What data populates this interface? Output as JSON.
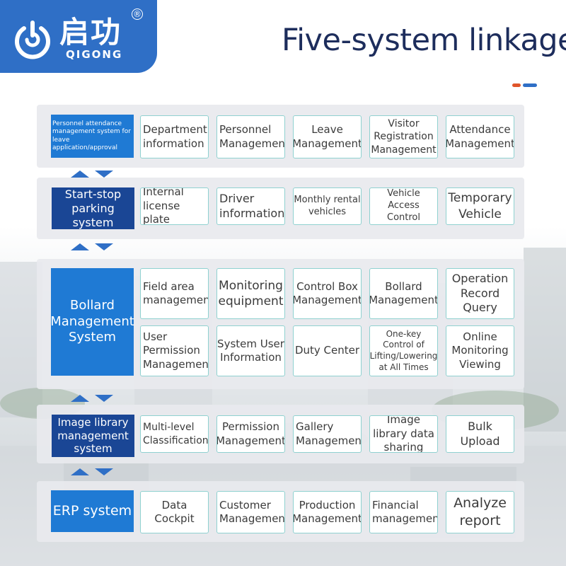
{
  "brand": {
    "name_cn": "启功",
    "name_en": "QIGONG",
    "registered_mark": "®",
    "color": "#2f6fc6"
  },
  "page_title": "Five-system linkage",
  "accent_colors": {
    "orange": "#e0552a",
    "blue": "#2f6fc6",
    "system_blue": "#1f7ad4",
    "system_dark": "#1a4695"
  },
  "rows": [
    {
      "system": "Personnel attendance management system for leave application/approval",
      "modules": [
        "Department information",
        "Personnel Management",
        "Leave Management",
        "Visitor Registration Management",
        "Attendance Management"
      ]
    },
    {
      "system": "Start-stop parking system",
      "modules": [
        "Internal license plate",
        "Driver information",
        "Monthly rental vehicles",
        "Vehicle Access Control",
        "Temporary Vehicle"
      ]
    },
    {
      "system": "Bollard Management System",
      "modules": [
        "Field area management",
        "Monitoring equipment",
        "Control Box Management",
        "Bollard Management",
        "Operation Record Query",
        "User Permission Management",
        "System User Information",
        "Duty Center",
        "One-key Control of Lifting/Lowering at All Times",
        "Online Monitoring Viewing"
      ]
    },
    {
      "system": "Image library management system",
      "modules": [
        "Multi-level Classification",
        "Permission Management",
        "Gallery Management",
        "Image library data sharing",
        "Bulk Upload"
      ]
    },
    {
      "system": "ERP system",
      "modules": [
        "Data Cockpit",
        "Customer Management",
        "Production Management",
        "Financial management",
        "Analyze report"
      ]
    }
  ],
  "icons": [
    "power-logo-icon",
    "up-arrow-icon",
    "down-arrow-icon"
  ]
}
